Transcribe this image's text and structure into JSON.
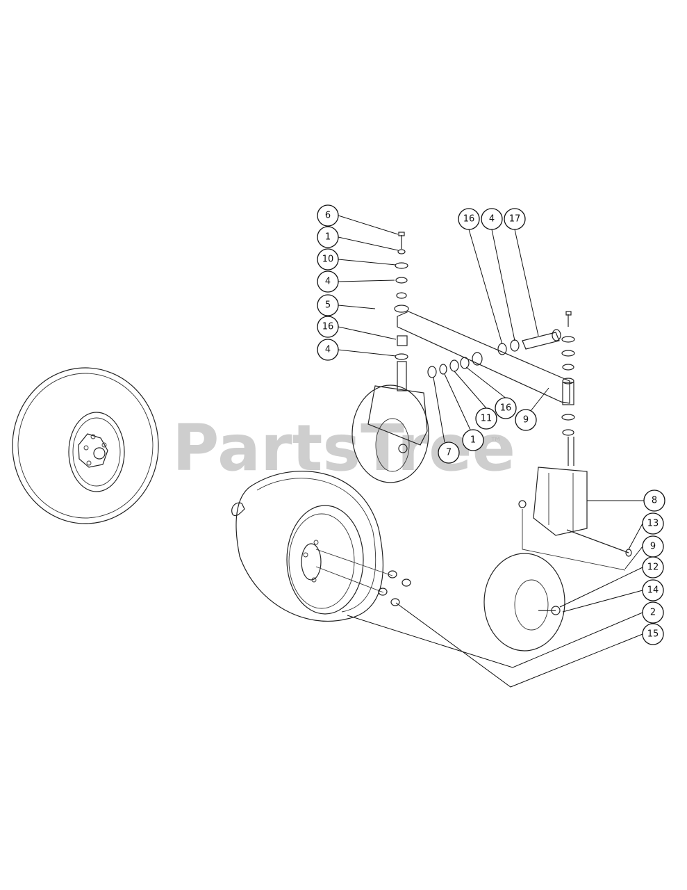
{
  "watermark": {
    "text": "PartsTree",
    "tm": "™"
  },
  "callouts": [
    {
      "id": "c-6",
      "label": "6"
    },
    {
      "id": "c-1a",
      "label": "1"
    },
    {
      "id": "c-10",
      "label": "10"
    },
    {
      "id": "c-4a",
      "label": "4"
    },
    {
      "id": "c-5",
      "label": "5"
    },
    {
      "id": "c-16a",
      "label": "16"
    },
    {
      "id": "c-4b",
      "label": "4"
    },
    {
      "id": "c-16b",
      "label": "16"
    },
    {
      "id": "c-4c",
      "label": "4"
    },
    {
      "id": "c-17",
      "label": "17"
    },
    {
      "id": "c-7",
      "label": "7"
    },
    {
      "id": "c-1b",
      "label": "1"
    },
    {
      "id": "c-11",
      "label": "11"
    },
    {
      "id": "c-16c",
      "label": "16"
    },
    {
      "id": "c-9a",
      "label": "9"
    },
    {
      "id": "c-8",
      "label": "8"
    },
    {
      "id": "c-13",
      "label": "13"
    },
    {
      "id": "c-9b",
      "label": "9"
    },
    {
      "id": "c-12",
      "label": "12"
    },
    {
      "id": "c-14",
      "label": "14"
    },
    {
      "id": "c-2",
      "label": "2"
    },
    {
      "id": "c-15",
      "label": "15"
    }
  ]
}
